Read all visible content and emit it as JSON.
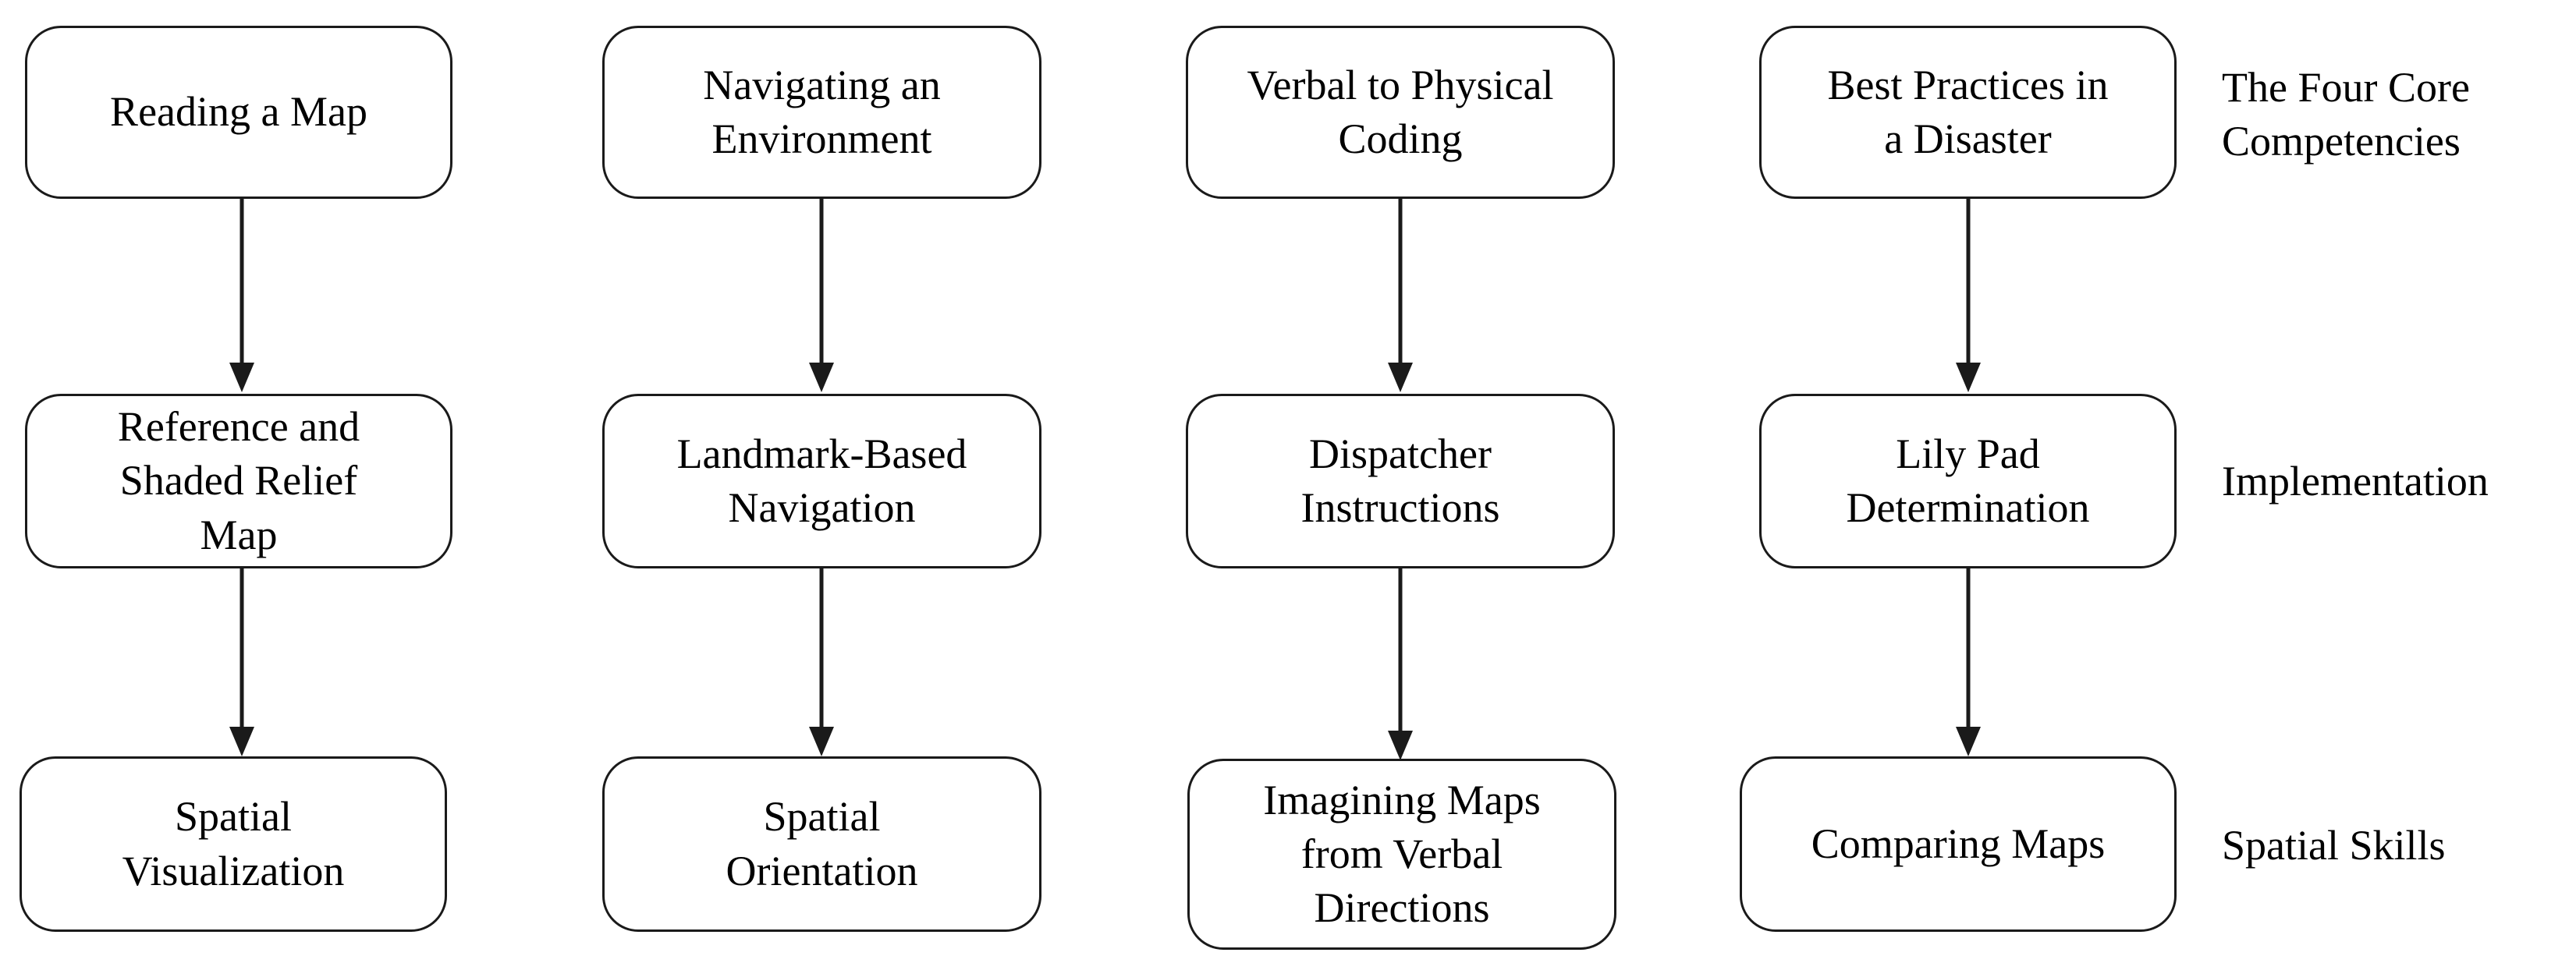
{
  "diagram": {
    "title": "Four Core Competencies Flow Diagram",
    "background_color": "#ffffff",
    "stroke_color": "#1a1a1a",
    "text_color": "#000000",
    "columns": [
      {
        "id": "column-1",
        "nodes": [
          {
            "id": "node-reading-a-map",
            "label": "Reading a Map"
          },
          {
            "id": "node-reference-and-shaded-relief-map",
            "label": "Reference and\nShaded Relief\nMap"
          },
          {
            "id": "node-spatial-visualization",
            "label": "Spatial\nVisualization"
          }
        ]
      },
      {
        "id": "column-2",
        "nodes": [
          {
            "id": "node-navigating-an-environment",
            "label": "Navigating an\nEnvironment"
          },
          {
            "id": "node-landmark-based-navigation",
            "label": "Landmark-Based\nNavigation"
          },
          {
            "id": "node-spatial-orientation",
            "label": "Spatial\nOrientation"
          }
        ]
      },
      {
        "id": "column-3",
        "nodes": [
          {
            "id": "node-verbal-to-physical-coding",
            "label": "Verbal to Physical\nCoding"
          },
          {
            "id": "node-dispatcher-instructions",
            "label": "Dispatcher\nInstructions"
          },
          {
            "id": "node-imagining-maps-from-verbal-directions",
            "label": "Imagining Maps\nfrom Verbal\nDirections"
          }
        ]
      },
      {
        "id": "column-4",
        "nodes": [
          {
            "id": "node-best-practices-in-a-disaster",
            "label": "Best Practices in\na Disaster"
          },
          {
            "id": "node-lily-pad-determination",
            "label": "Lily Pad\nDetermination"
          },
          {
            "id": "node-comparing-maps",
            "label": "Comparing Maps"
          }
        ]
      }
    ],
    "row_labels": [
      {
        "id": "row-label-core-competencies",
        "text": "The Four Core\nCompetencies"
      },
      {
        "id": "row-label-implementation",
        "text": "Implementation"
      },
      {
        "id": "row-label-spatial-skills",
        "text": "Spatial Skills"
      }
    ],
    "arrows": {
      "count": 8,
      "direction": "downward",
      "style": "solid-line-with-filled-arrowhead"
    }
  }
}
